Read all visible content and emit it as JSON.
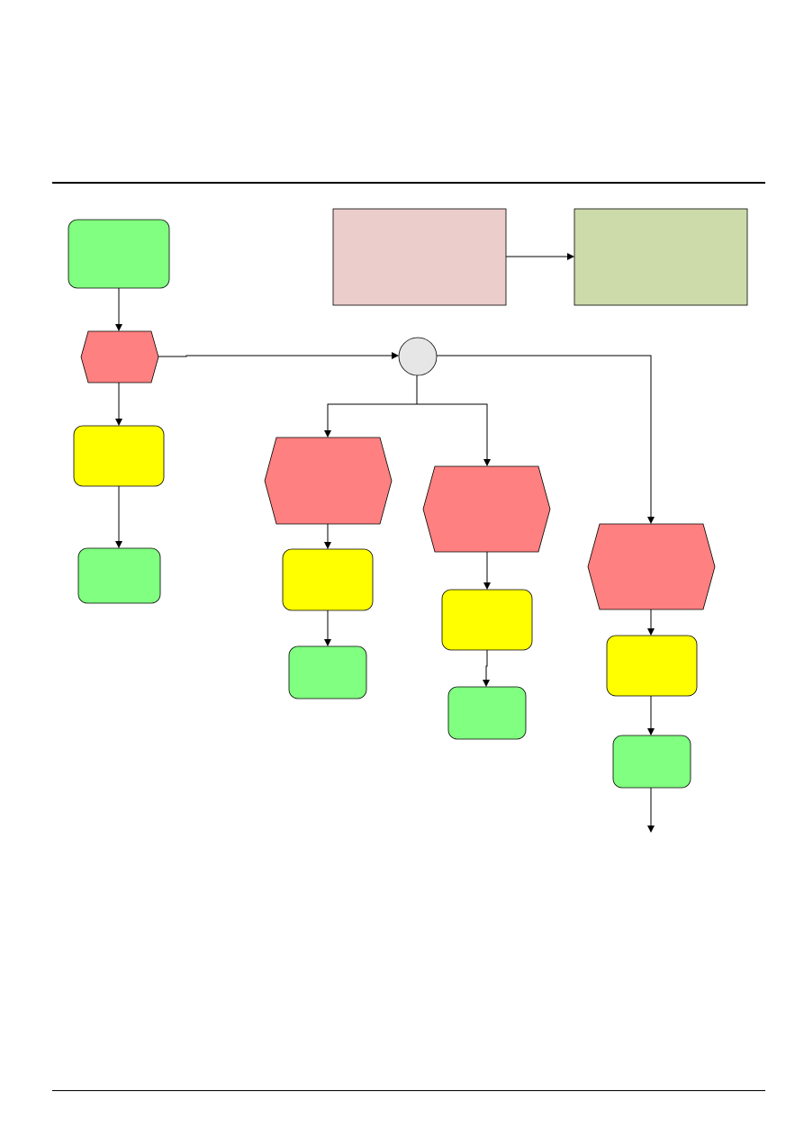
{
  "document": {
    "header_text": "",
    "footer_text": ""
  },
  "diagram": {
    "colors": {
      "green": "#80FF80",
      "red": "#FF8080",
      "yellow": "#FFFF00",
      "gray": "#E6E6E6",
      "pink_box": "#EBCDCB",
      "olive_box": "#CDDBAB",
      "stroke": "#000000"
    },
    "nodes": [
      {
        "id": "start-event",
        "shape": "rounded-rect",
        "color": "green",
        "label": ""
      },
      {
        "id": "decision-1",
        "shape": "hexagon",
        "color": "red",
        "label": ""
      },
      {
        "id": "process-1",
        "shape": "rounded-rect",
        "color": "yellow",
        "label": ""
      },
      {
        "id": "end-event-1",
        "shape": "rounded-rect",
        "color": "green",
        "label": ""
      },
      {
        "id": "legend-box-1",
        "shape": "rect",
        "color": "pink_box",
        "label": ""
      },
      {
        "id": "legend-box-2",
        "shape": "rect",
        "color": "olive_box",
        "label": ""
      },
      {
        "id": "connector-circle",
        "shape": "circle",
        "color": "gray",
        "label": ""
      },
      {
        "id": "decision-2",
        "shape": "hexagon",
        "color": "red",
        "label": ""
      },
      {
        "id": "process-2",
        "shape": "rounded-rect",
        "color": "yellow",
        "label": ""
      },
      {
        "id": "end-event-2",
        "shape": "rounded-rect",
        "color": "green",
        "label": ""
      },
      {
        "id": "decision-3",
        "shape": "hexagon",
        "color": "red",
        "label": ""
      },
      {
        "id": "process-3",
        "shape": "rounded-rect",
        "color": "yellow",
        "label": ""
      },
      {
        "id": "end-event-3",
        "shape": "rounded-rect",
        "color": "green",
        "label": ""
      },
      {
        "id": "decision-4",
        "shape": "hexagon",
        "color": "red",
        "label": ""
      },
      {
        "id": "process-4",
        "shape": "rounded-rect",
        "color": "yellow",
        "label": ""
      },
      {
        "id": "end-event-4",
        "shape": "rounded-rect",
        "color": "green",
        "label": ""
      }
    ],
    "edges": [
      {
        "from": "start-event",
        "to": "decision-1"
      },
      {
        "from": "decision-1",
        "to": "process-1"
      },
      {
        "from": "process-1",
        "to": "end-event-1"
      },
      {
        "from": "decision-1",
        "to": "connector-circle"
      },
      {
        "from": "legend-box-1",
        "to": "legend-box-2"
      },
      {
        "from": "connector-circle",
        "to": "decision-2"
      },
      {
        "from": "connector-circle",
        "to": "decision-3"
      },
      {
        "from": "connector-circle",
        "to": "decision-4"
      },
      {
        "from": "decision-2",
        "to": "process-2"
      },
      {
        "from": "process-2",
        "to": "end-event-2"
      },
      {
        "from": "decision-3",
        "to": "process-3"
      },
      {
        "from": "process-3",
        "to": "end-event-3"
      },
      {
        "from": "decision-4",
        "to": "process-4"
      },
      {
        "from": "process-4",
        "to": "end-event-4"
      },
      {
        "from": "end-event-4",
        "to": "off-page"
      }
    ]
  }
}
